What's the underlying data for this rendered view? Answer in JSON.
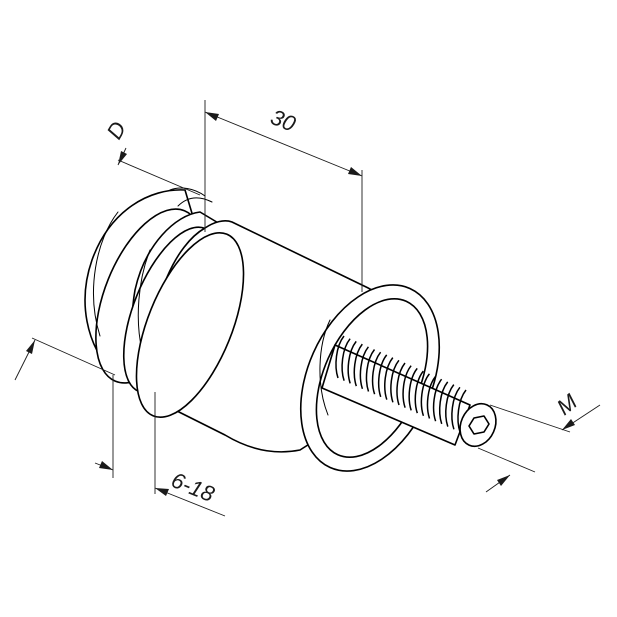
{
  "diagram": {
    "dimensions": {
      "length_label": "30",
      "diameter_label": "D",
      "glass_thickness_label": "6-18",
      "thread_label": "M"
    }
  }
}
